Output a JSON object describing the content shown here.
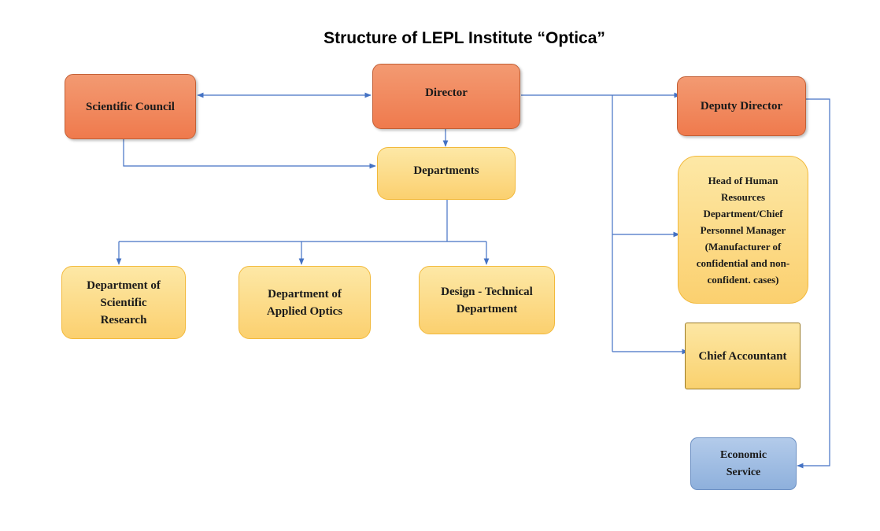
{
  "title": "Structure of LEPL Institute “Optica”",
  "boxes": {
    "scientific_council": "Scientific Council",
    "director": "Director",
    "deputy_director": "Deputy Director",
    "departments": "Departments",
    "dept_scientific_research": "Department of Scientific Research",
    "dept_applied_optics": "Department of Applied Optics",
    "design_technical": "Design - Technical Department",
    "head_hr": "Head of Human Resources Department/Chief Personnel Manager (Manufacturer of confidential and non- confident. cases)",
    "chief_accountant": "Chief Accountant",
    "economic_service": "Economic Service"
  },
  "colors": {
    "leadership": "#ef7a4d",
    "unit": "#fbd06f",
    "service": "#8eb0dc",
    "connector": "#4472c4"
  }
}
